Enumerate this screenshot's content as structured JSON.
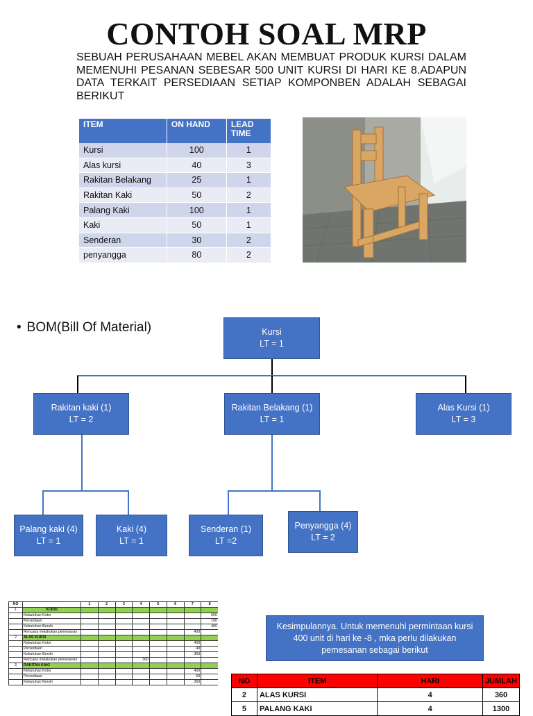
{
  "title": "CONTOH SOAL MRP",
  "intro": "SEBUAH PERUSAHAAN MEBEL AKAN MEMBUAT PRODUK KURSI DALAM MEMENUHI PESANAN SEBESAR 500 UNIT KURSI DI HARI KE 8.ADAPUN DATA TERKAIT PERSEDIAAN SETIAP KOMPONBEN ADALAH SEBAGAI BERIKUT",
  "inventory": {
    "headers": [
      "ITEM",
      "ON HAND",
      "LEAD TIME"
    ],
    "rows": [
      {
        "item": "Kursi",
        "on_hand": "100",
        "lead_time": "1"
      },
      {
        "item": "Alas kursi",
        "on_hand": "40",
        "lead_time": "3"
      },
      {
        "item": "Rakitan Belakang",
        "on_hand": "25",
        "lead_time": "1"
      },
      {
        "item": "Rakitan Kaki",
        "on_hand": "50",
        "lead_time": "2"
      },
      {
        "item": "Palang Kaki",
        "on_hand": "100",
        "lead_time": "1"
      },
      {
        "item": "Kaki",
        "on_hand": "50",
        "lead_time": "1"
      },
      {
        "item": "Senderan",
        "on_hand": "30",
        "lead_time": "2"
      },
      {
        "item": "penyangga",
        "on_hand": "80",
        "lead_time": "2"
      }
    ]
  },
  "bom": {
    "label": "BOM(Bill Of Material)",
    "bullet": "•",
    "nodes": {
      "kursi": {
        "name": "Kursi",
        "lt": "LT = 1"
      },
      "rakitan_kaki": {
        "name": "Rakitan kaki (1)",
        "lt": "LT = 2"
      },
      "rakitan_belakang": {
        "name": "Rakitan Belakang (1)",
        "lt": "LT = 1"
      },
      "alas_kursi": {
        "name": "Alas Kursi (1)",
        "lt": "LT = 3"
      },
      "palang_kaki": {
        "name": "Palang kaki (4)",
        "lt": "LT = 1"
      },
      "kaki": {
        "name": "Kaki (4)",
        "lt": "LT = 1"
      },
      "senderan": {
        "name": "Senderan (1)",
        "lt": "LT =2"
      },
      "penyangga": {
        "name": "Penyangga (4)",
        "lt": "LT = 2"
      }
    }
  },
  "mrp_table": {
    "header": [
      "NO",
      "",
      "1",
      "2",
      "3",
      "4",
      "5",
      "6",
      "7",
      "8"
    ],
    "sections": [
      {
        "no": "1",
        "name": "KURSI",
        "rows": [
          {
            "label": "Kebutuhan Kotor",
            "values": [
              "",
              "",
              "",
              "",
              "",
              "",
              "",
              "500"
            ]
          },
          {
            "label": "Persediaan",
            "values": [
              "",
              "",
              "",
              "",
              "",
              "",
              "",
              "100"
            ]
          },
          {
            "label": "Kebutuhan Bersih",
            "values": [
              "",
              "",
              "",
              "",
              "",
              "",
              "",
              "400"
            ]
          },
          {
            "label": "Rencana melakukan pemesanan",
            "values": [
              "",
              "",
              "",
              "",
              "",
              "",
              "400",
              ""
            ]
          }
        ]
      },
      {
        "no": "2",
        "name": "ALAS KURSI",
        "rows": [
          {
            "label": "Kebutuhan Kotor",
            "values": [
              "",
              "",
              "",
              "",
              "",
              "",
              "400",
              ""
            ]
          },
          {
            "label": "Persediaan",
            "values": [
              "",
              "",
              "",
              "",
              "",
              "",
              "40",
              ""
            ]
          },
          {
            "label": "Kebutuhan Bersih",
            "values": [
              "",
              "",
              "",
              "",
              "",
              "",
              "360",
              ""
            ]
          },
          {
            "label": "Rencana melakukan pemesanan",
            "values": [
              "",
              "",
              "",
              "360",
              "",
              "",
              "",
              ""
            ]
          }
        ]
      },
      {
        "no": "3",
        "name": "RAKITAN KAKI",
        "rows": [
          {
            "label": "Kebutuhan Kotor",
            "values": [
              "",
              "",
              "",
              "",
              "",
              "",
              "400",
              ""
            ]
          },
          {
            "label": "Persediaan",
            "values": [
              "",
              "",
              "",
              "",
              "",
              "",
              "50",
              ""
            ]
          },
          {
            "label": "Kebutuhan Bersih",
            "values": [
              "",
              "",
              "",
              "",
              "",
              "",
              "350",
              ""
            ]
          }
        ]
      }
    ]
  },
  "conclusion": "Kesimpulannya. Untuk memenuhi permintaan kursi 400 unit di hari ke -8 , mka perlu dilakukan pemesanan sebagai berikut",
  "order_table": {
    "headers": [
      "NO",
      "ITEM",
      "HARI",
      "JUMLAH"
    ],
    "rows": [
      {
        "no": "2",
        "item": "ALAS KURSI",
        "hari": "4",
        "jumlah": "360"
      },
      {
        "no": "5",
        "item": "PALANG KAKI",
        "hari": "4",
        "jumlah": "1300"
      }
    ]
  },
  "colors": {
    "accent_blue": "#4472c4",
    "header_red": "#ff0000",
    "section_green": "#92d050"
  }
}
